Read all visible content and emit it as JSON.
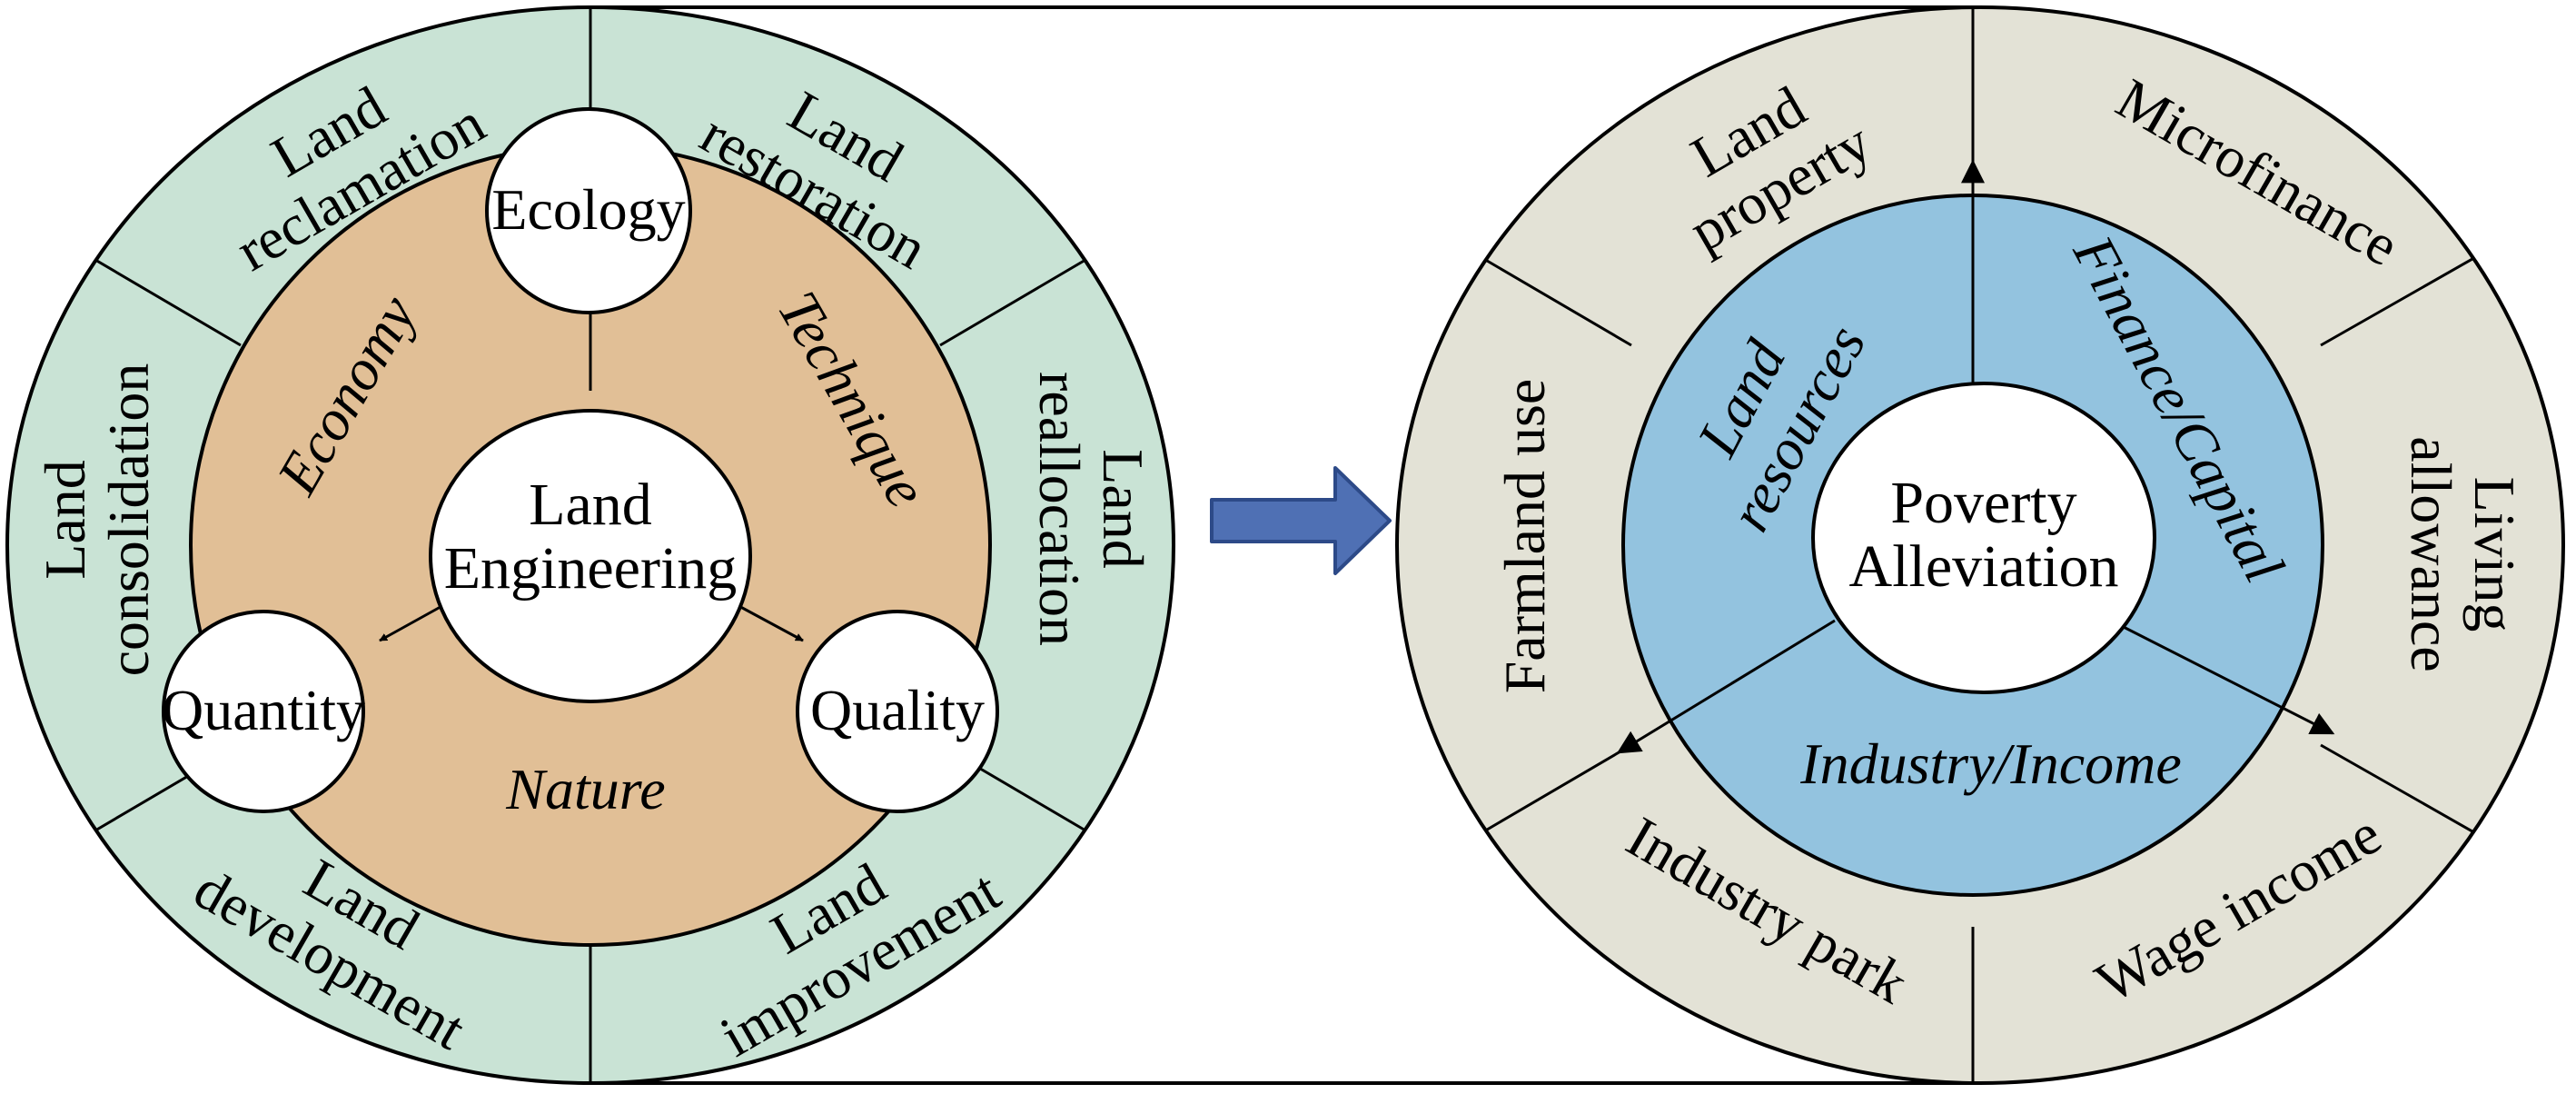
{
  "colors": {
    "left_outer_ring": "#c9e3d5",
    "left_inner_disk": "#e1bf96",
    "right_outer_ring": "#e3e2d6",
    "right_inner_disk": "#93c3df",
    "arrow_fill": "#4f70b4",
    "arrow_stroke": "#2d4a88",
    "stroke": "#000000",
    "node_fill": "#ffffff"
  },
  "left": {
    "center": [
      "Land",
      "Engineering"
    ],
    "nodes": {
      "top": "Ecology",
      "left": "Quantity",
      "right": "Quality"
    },
    "dimensions": {
      "economy": "Economy",
      "technique": "Technique",
      "nature": "Nature"
    },
    "ring": {
      "reclamation": [
        "Land",
        "reclamation"
      ],
      "restoration": [
        "Land",
        "restoration"
      ],
      "reallocation": [
        "Land",
        "reallocation"
      ],
      "improvement": [
        "Land",
        "improvement"
      ],
      "development": [
        "Land",
        "development"
      ],
      "consolidation": [
        "Land",
        "consolidation"
      ]
    }
  },
  "connector_icon": "right-arrow-icon",
  "right": {
    "center": [
      "Poverty",
      "Alleviation"
    ],
    "dimensions": {
      "land": [
        "Land",
        "resources"
      ],
      "finance": "Finance/Capital",
      "industry": "Industry/Income"
    },
    "ring": {
      "land_property": [
        "Land",
        "property"
      ],
      "microfinance": "Microfinance",
      "living_allowance": [
        "Living",
        "allowance"
      ],
      "wage_income": "Wage income",
      "industry_park": "Industry park",
      "farmland_use": "Farmland use"
    }
  }
}
